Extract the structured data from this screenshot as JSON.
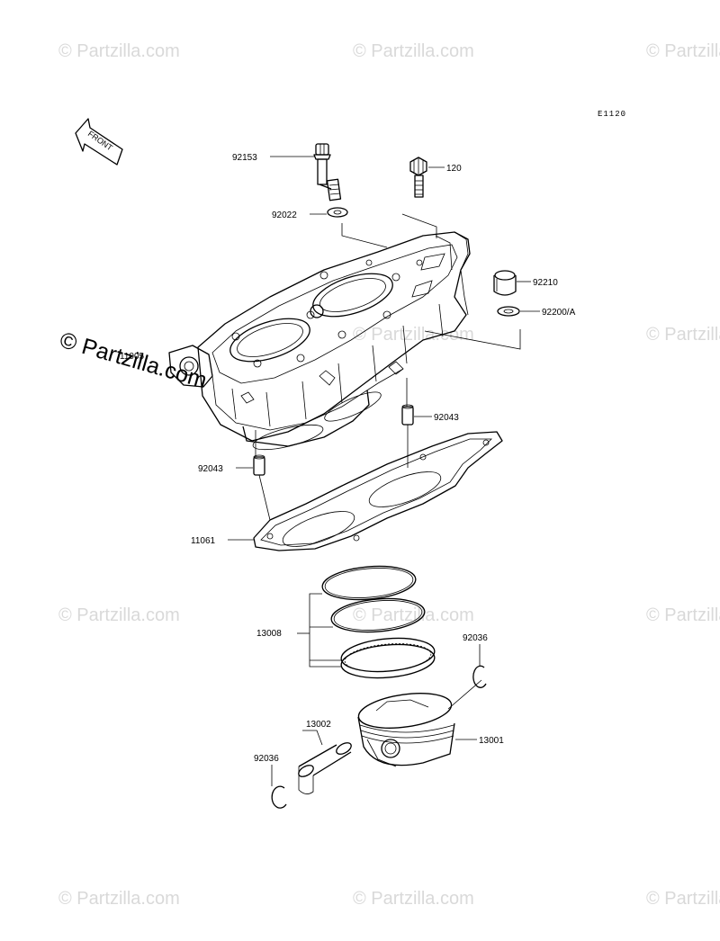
{
  "diagram": {
    "figure_code": "E1120",
    "front_label": "FRONT",
    "parts": [
      {
        "id": "p1",
        "label": "92153"
      },
      {
        "id": "p2",
        "label": "120"
      },
      {
        "id": "p3",
        "label": "92022"
      },
      {
        "id": "p4",
        "label": "92210"
      },
      {
        "id": "p5",
        "label": "92200/A"
      },
      {
        "id": "p6",
        "label": "11005"
      },
      {
        "id": "p7",
        "label": "92043"
      },
      {
        "id": "p8",
        "label": "92043"
      },
      {
        "id": "p9",
        "label": "11061"
      },
      {
        "id": "p10",
        "label": "13008"
      },
      {
        "id": "p11",
        "label": "92036"
      },
      {
        "id": "p12",
        "label": "13002"
      },
      {
        "id": "p13",
        "label": "13001"
      },
      {
        "id": "p14",
        "label": "92036"
      }
    ]
  },
  "watermark": {
    "text": "© Partzilla.com"
  }
}
